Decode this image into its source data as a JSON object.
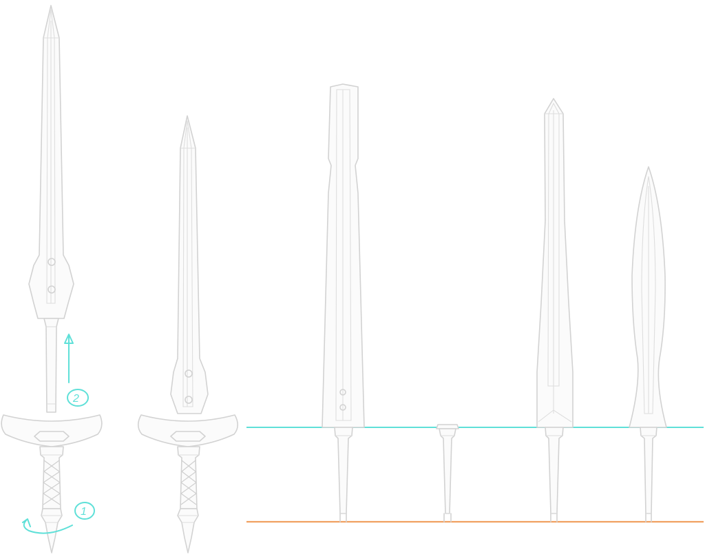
{
  "drawing": {
    "colors": {
      "background": "#ffffff",
      "outline": "#d2d2d2",
      "accent_cyan": "#5fe0d8",
      "accent_orange": "#f0a060"
    },
    "step_markers": [
      {
        "label": "1",
        "icon": "rotate-arrow-icon"
      },
      {
        "label": "2",
        "icon": "up-arrow-icon"
      }
    ],
    "swords": [
      {
        "name": "exploded-sword"
      },
      {
        "name": "assembled-sword"
      },
      {
        "name": "flat-tip-blade"
      },
      {
        "name": "guardless-hilt"
      },
      {
        "name": "pointed-blade"
      },
      {
        "name": "leaf-blade"
      }
    ],
    "guide_lines": [
      {
        "name": "guard-line",
        "color": "#5fe0d8"
      },
      {
        "name": "base-line",
        "color": "#f0a060"
      }
    ]
  }
}
